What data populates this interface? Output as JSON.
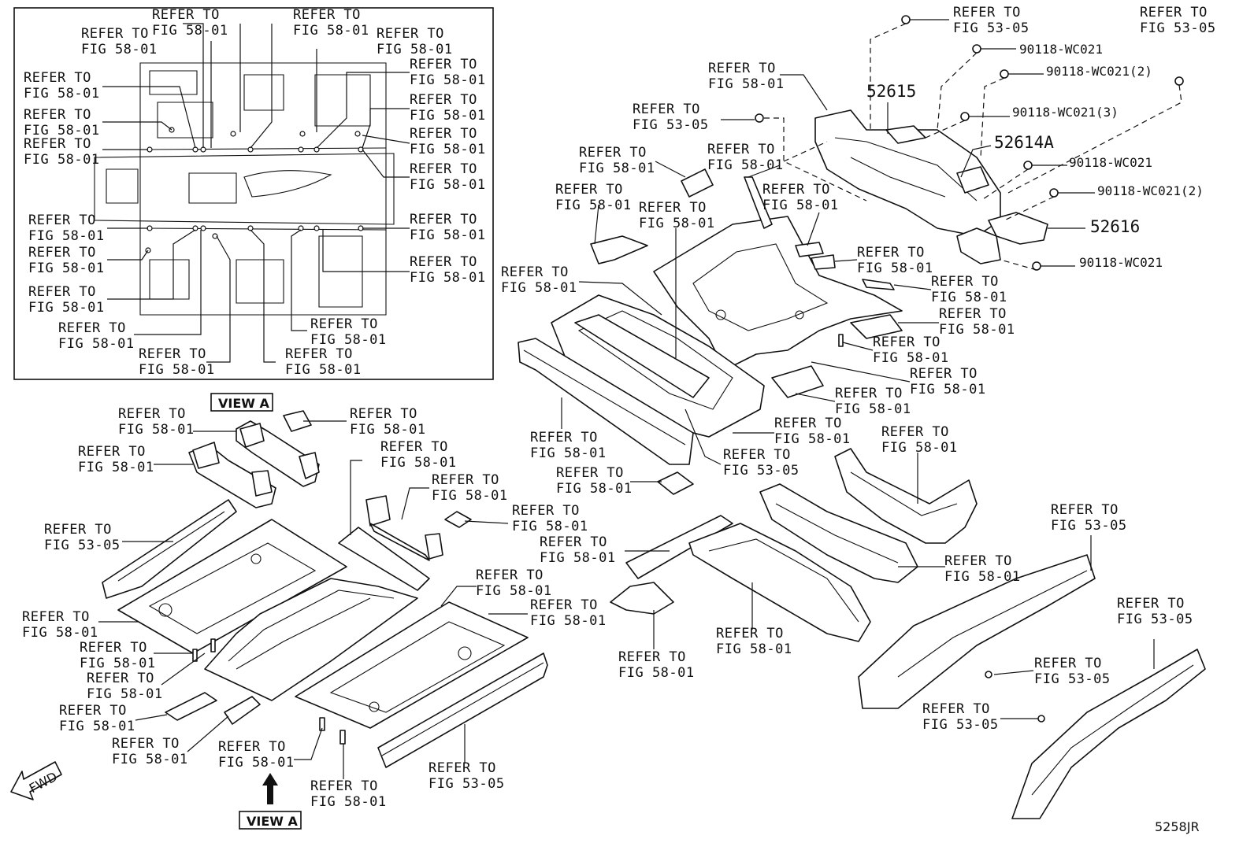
{
  "refer_58": [
    "REFER TO",
    "FIG 58-01"
  ],
  "refer_53": [
    "REFER TO",
    "FIG 53-05"
  ],
  "part_numbers": {
    "p52615": "52615",
    "p52614a": "52614A",
    "p52616": "52616",
    "b1": "90118-WC021",
    "b2": "90118-WC021(2)",
    "b3": "90118-WC021(3)",
    "b4": "90118-WC021",
    "b5": "90118-WC021(2)",
    "b6": "90118-WC021"
  },
  "view_a_top": "VIEW A",
  "view_a_bottom": "VIEW A",
  "fwd": "FWD",
  "diagram_code": "5258JR"
}
